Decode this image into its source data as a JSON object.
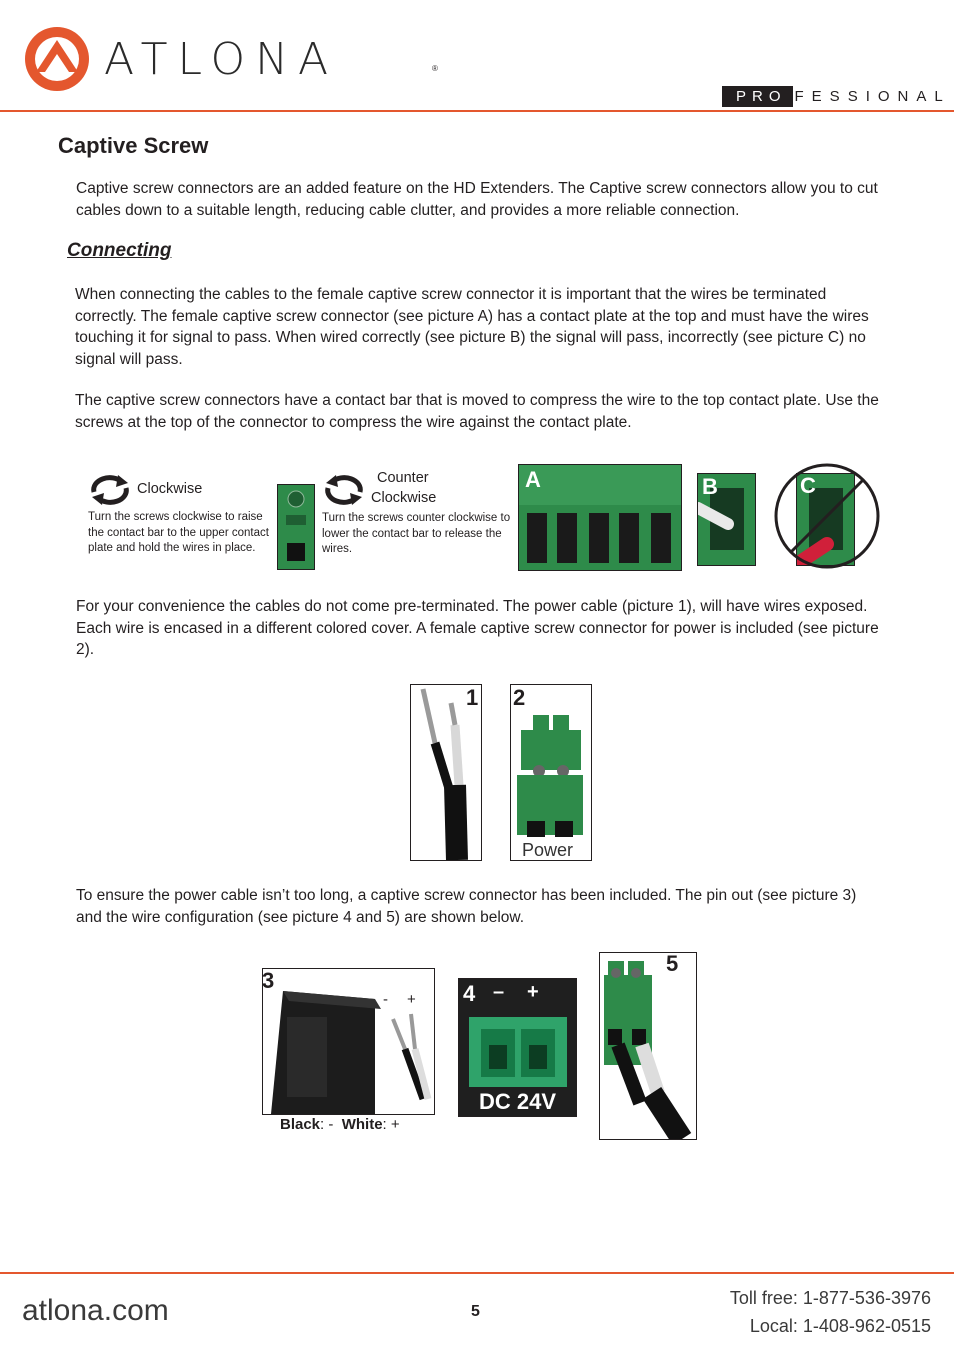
{
  "header": {
    "logo_text": "ATLONA",
    "logo_registered": "®",
    "professional_prefix": "PRO",
    "professional_suffix": "FESSIONAL"
  },
  "section": {
    "title": "Captive Screw",
    "intro": "Captive screw connectors are an added feature on the HD Extenders. The Captive screw connectors allow you to cut cables down to a suitable length, reducing cable clutter, and provides a more reliable connection."
  },
  "connecting": {
    "heading": "Connecting",
    "para1": "When connecting the cables to the female captive screw connector it is important that the wires be terminated correctly. The female captive screw connector (see picture A) has a contact plate at the top and must have the wires touching it for signal to pass. When wired correctly (see picture B) the signal will pass, incorrectly (see picture C) no signal will pass.",
    "para2": "The captive screw connectors have a contact bar that is moved to compress the wire to the top contact plate. Use the screws at the top of the connector to compress the wire against the contact plate.",
    "clockwise_label": "Clockwise",
    "clockwise_desc": "Turn the screws clockwise to raise the contact bar to the upper contact plate and hold the wires in place.",
    "counter_label_1": "Counter",
    "counter_label_2": "Clockwise",
    "counter_desc": "Turn the screws counter clockwise to lower the contact bar to release the wires.",
    "pic_a": "A",
    "pic_b": "B",
    "pic_c": "C",
    "para3": "For your convenience the cables do not come pre-terminated. The power cable (picture 1), will have wires exposed. Each wire is encased in a different colored cover. A female captive screw connector for power is included (see picture 2).",
    "pic_1": "1",
    "pic_2": "2",
    "pic_2_caption": "Power",
    "para4": "To ensure the power cable isn’t too long, a captive screw connector has been included. The pin out (see picture 3) and the wire configuration (see picture 4 and 5) are shown below.",
    "pic_3": "3",
    "pic_3_minus": "-",
    "pic_3_plus": "+",
    "pic_3_black": "Black",
    "pic_3_black_sign": ": -",
    "pic_3_white": "White",
    "pic_3_white_sign": ": +",
    "pic_4": "4",
    "pic_4_minus": "–",
    "pic_4_plus": "+",
    "pic_4_label": "DC 24V",
    "pic_5": "5"
  },
  "footer": {
    "url": "atlona.com",
    "page_number": "5",
    "toll_free": "Toll free: 1-877-536-3976",
    "local": "Local: 1-408-962-0515"
  },
  "colors": {
    "brand_orange": "#e4572e",
    "connector_green": "#2e8b4a",
    "dark": "#231f20"
  }
}
